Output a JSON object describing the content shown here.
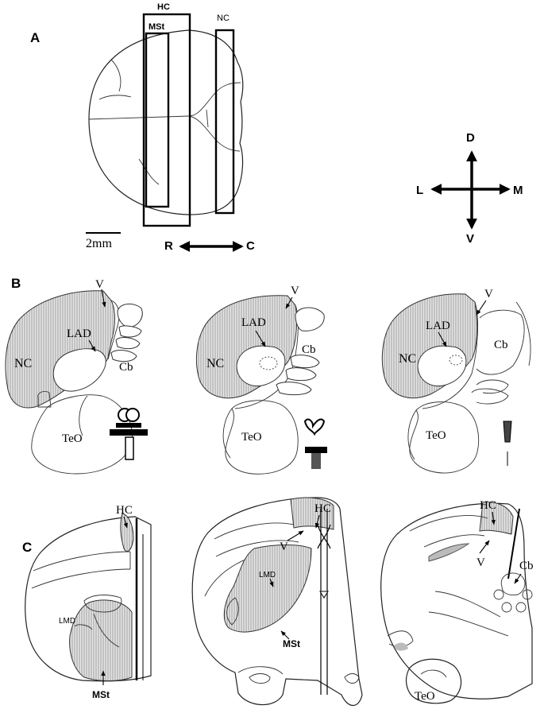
{
  "panels": {
    "a": {
      "letter": "A",
      "box_hc": "HC",
      "box_mst": "MSt",
      "box_nc": "NC",
      "scale_bar": "2mm",
      "axis_rostral": "R",
      "axis_caudal": "C"
    },
    "compass": {
      "dorsal": "D",
      "ventral": "V",
      "lateral": "L",
      "medial": "M"
    },
    "b": {
      "letter": "B",
      "sections": [
        {
          "v": "V",
          "lad": "LAD",
          "nc": "NC",
          "cb": "Cb",
          "teo": "TeO"
        },
        {
          "v": "V",
          "lad": "LAD",
          "nc": "NC",
          "cb": "Cb",
          "teo": "TeO"
        },
        {
          "v": "V",
          "lad": "LAD",
          "nc": "NC",
          "cb": "Cb",
          "teo": "TeO"
        }
      ]
    },
    "c": {
      "letter": "C",
      "sections": [
        {
          "hc": "HC",
          "lmd": "LMD",
          "mst": "MSt"
        },
        {
          "hc": "HC",
          "v": "V",
          "lmd": "LMD",
          "mst": "MSt"
        },
        {
          "hc": "HC",
          "v": "V",
          "cb": "Cb",
          "teo": "TeO"
        }
      ]
    }
  },
  "colors": {
    "ink": "#000000",
    "hatch_fill": "#e6e6e6",
    "hatch_line": "#8a8a8a"
  }
}
